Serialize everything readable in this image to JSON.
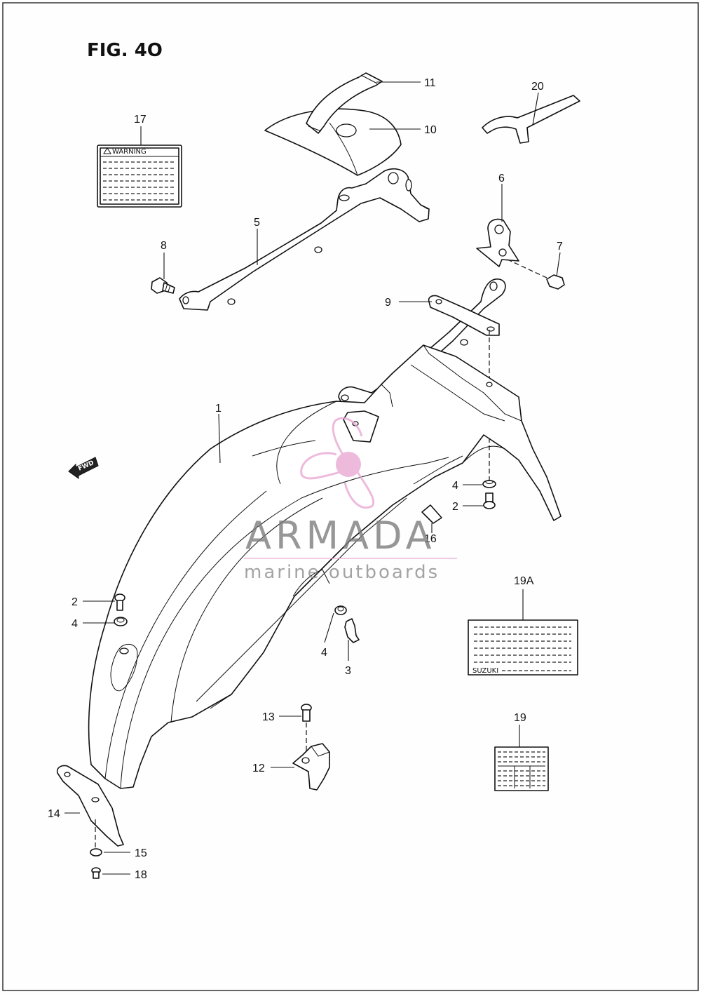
{
  "figure": {
    "title": "FIG. 4O"
  },
  "labels": {
    "warning_title": "WARNING",
    "brand": "SUZUKI",
    "fwd": "FWD"
  },
  "watermark": {
    "name": "ARMADA",
    "tagline": "marine outboards",
    "logo_color": "#e9a9d4"
  },
  "callouts": [
    "1",
    "2",
    "2",
    "3",
    "4",
    "4",
    "4",
    "5",
    "6",
    "7",
    "8",
    "9",
    "10",
    "11",
    "12",
    "13",
    "14",
    "15",
    "16",
    "17",
    "18",
    "19",
    "19A",
    "20"
  ],
  "colors": {
    "line": "#111111",
    "background": "#fefefe"
  }
}
